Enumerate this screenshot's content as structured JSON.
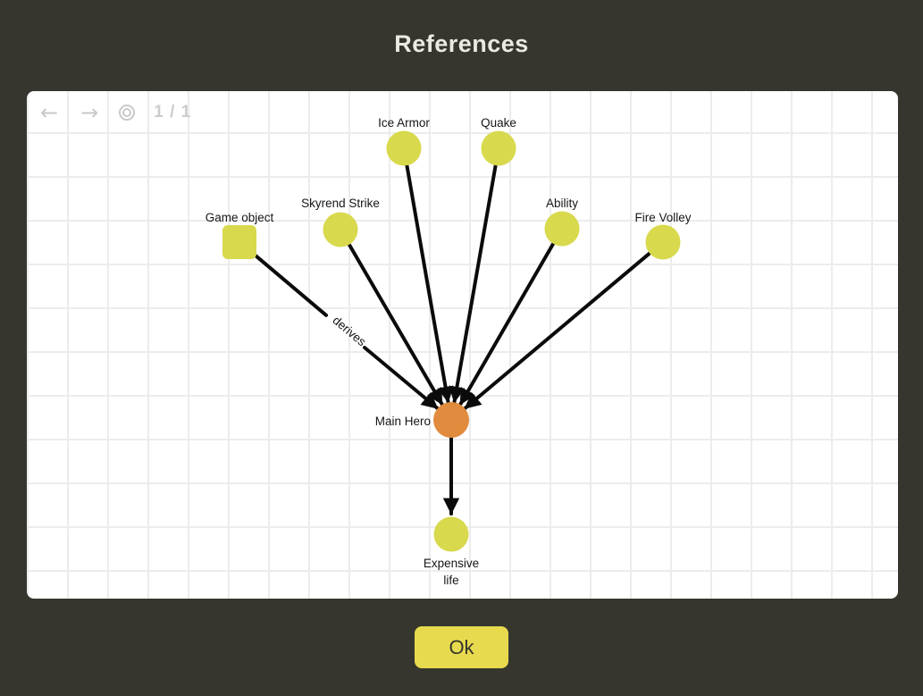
{
  "dialog": {
    "title": "References",
    "ok_label": "Ok"
  },
  "toolbar": {
    "back_icon": "←",
    "forward_icon": "→",
    "center_icon_name": "bullseye-icon",
    "page_indicator": "1 / 1"
  },
  "graph": {
    "nodes": [
      {
        "id": "ice-armor",
        "label": "Ice Armor",
        "shape": "circle",
        "color": "#d8d94c"
      },
      {
        "id": "quake",
        "label": "Quake",
        "shape": "circle",
        "color": "#d8d94c"
      },
      {
        "id": "skyrend-strike",
        "label": "Skyrend Strike",
        "shape": "circle",
        "color": "#d8d94c"
      },
      {
        "id": "game-object",
        "label": "Game object",
        "shape": "square",
        "color": "#d8d94c"
      },
      {
        "id": "ability",
        "label": "Ability",
        "shape": "circle",
        "color": "#d8d94c"
      },
      {
        "id": "fire-volley",
        "label": "Fire Volley",
        "shape": "circle",
        "color": "#d8d94c"
      },
      {
        "id": "main-hero",
        "label": "Main Hero",
        "shape": "circle",
        "color": "#e08b3d"
      },
      {
        "id": "expensive-life",
        "label": "Expensive life",
        "lines": [
          "Expensive",
          "life"
        ],
        "shape": "circle",
        "color": "#d8d94c"
      }
    ],
    "edges": [
      {
        "from": "game-object",
        "to": "main-hero",
        "label": "derives"
      },
      {
        "from": "skyrend-strike",
        "to": "main-hero"
      },
      {
        "from": "ice-armor",
        "to": "main-hero"
      },
      {
        "from": "quake",
        "to": "main-hero"
      },
      {
        "from": "ability",
        "to": "main-hero"
      },
      {
        "from": "fire-volley",
        "to": "main-hero"
      },
      {
        "from": "main-hero",
        "to": "expensive-life"
      }
    ]
  },
  "colors": {
    "background": "#36362f",
    "panel": "#ffffff",
    "grid_line": "#ececec",
    "node_yellow": "#d8d94c",
    "node_orange": "#e08b3d",
    "edge": "#0b0b0b",
    "ok_button_bg": "#e8da4e",
    "ok_button_text": "#35352e",
    "toolbar_icon": "#c9c9c9",
    "title_text": "#ebe9e3"
  }
}
